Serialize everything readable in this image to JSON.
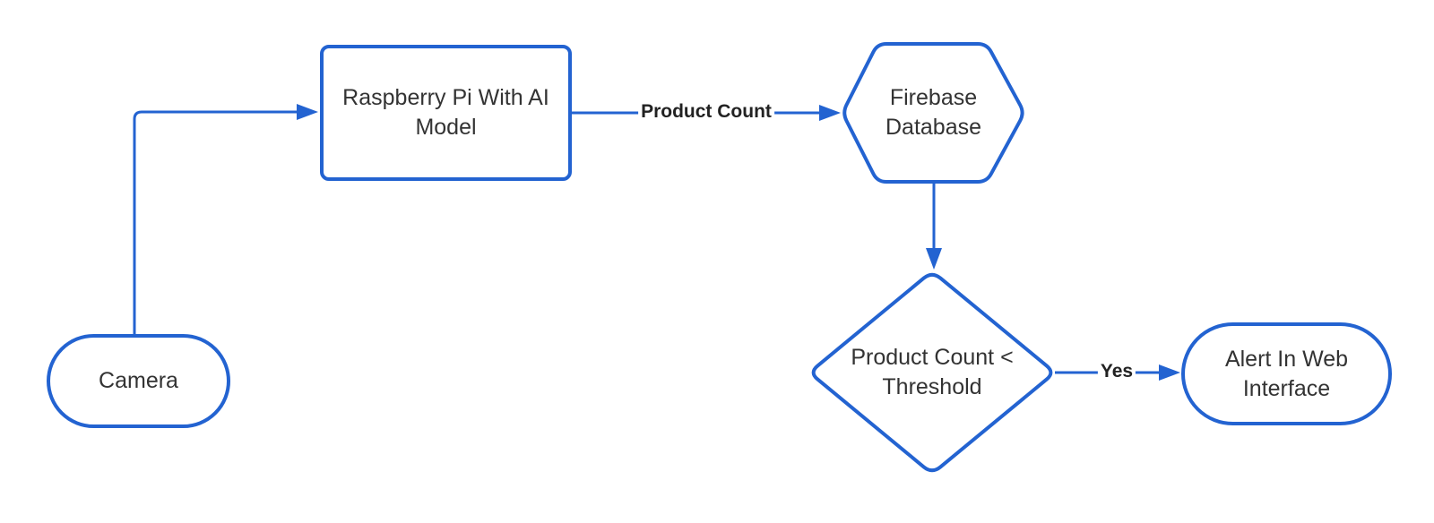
{
  "diagram": {
    "type": "flowchart",
    "background_color": "#ffffff",
    "accent_color": "#2363d1",
    "node_text_color": "#333333",
    "edge_label_color": "#222222",
    "nodes": [
      {
        "id": "camera",
        "shape": "terminator",
        "label": "Camera"
      },
      {
        "id": "raspberry-pi",
        "shape": "process",
        "label": "Raspberry Pi With AI Model"
      },
      {
        "id": "firebase-database",
        "shape": "hexagon",
        "label": "Firebase Database"
      },
      {
        "id": "threshold-decision",
        "shape": "decision",
        "label": "Product Count < Threshold"
      },
      {
        "id": "web-alert",
        "shape": "terminator",
        "label": "Alert In Web Interface"
      }
    ],
    "edges": [
      {
        "from": "camera",
        "to": "raspberry-pi",
        "label": ""
      },
      {
        "from": "raspberry-pi",
        "to": "firebase-database",
        "label": "Product Count"
      },
      {
        "from": "firebase-database",
        "to": "threshold-decision",
        "label": ""
      },
      {
        "from": "threshold-decision",
        "to": "web-alert",
        "label": "Yes"
      }
    ]
  }
}
